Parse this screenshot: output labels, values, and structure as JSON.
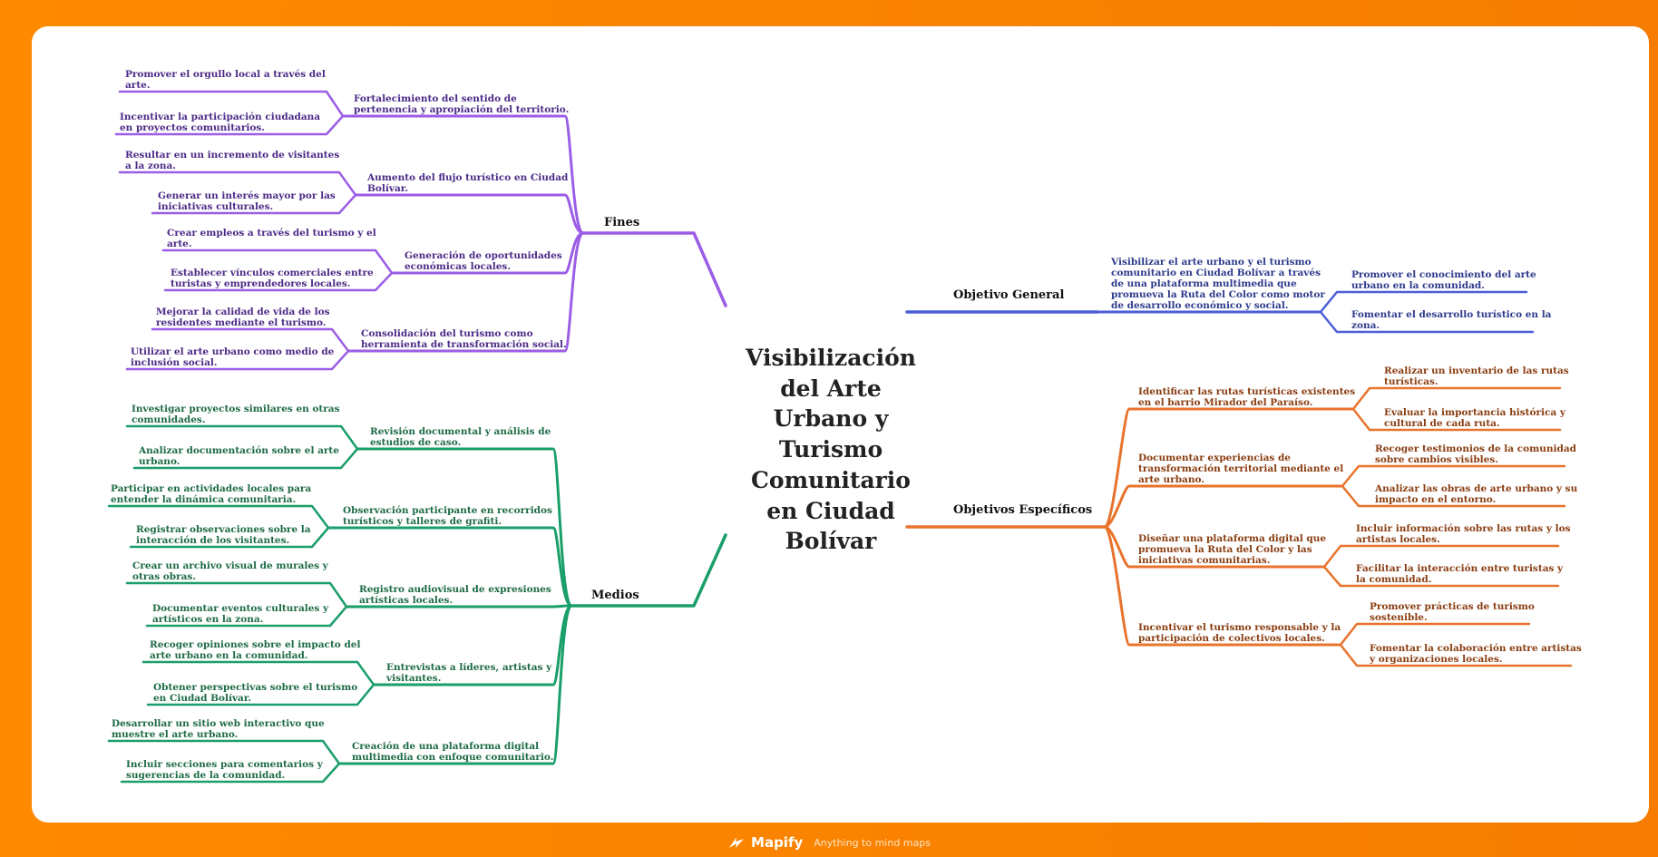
{
  "colors": {
    "fines": "#9b5de5",
    "medios": "#1a9e6a",
    "general": "#4a5fd6",
    "especificos": "#e8732c",
    "finesText": "#4b2a87",
    "mediosText": "#1d6b45",
    "generalText": "#2d3a8c",
    "especificosText": "#8a3d10"
  },
  "central": {
    "line1": "Visibilización",
    "line2": "del Arte",
    "line3": "Urbano y",
    "line4": "Turismo",
    "line5": "Comunitario",
    "line6": "en Ciudad",
    "line7": "Bolívar"
  },
  "fines": {
    "label": "Fines",
    "items": [
      {
        "text": [
          "Fortalecimiento del sentido de",
          "pertenencia y apropiación del territorio."
        ],
        "children": [
          [
            "Promover el orgullo local a través del",
            "arte."
          ],
          [
            "Incentivar la participación ciudadana",
            "en proyectos comunitarios."
          ]
        ]
      },
      {
        "text": [
          "Aumento del flujo turístico en Ciudad",
          "Bolívar."
        ],
        "children": [
          [
            "Resultar en un incremento de visitantes",
            "a la zona."
          ],
          [
            "Generar un interés mayor por las",
            "iniciativas culturales."
          ]
        ]
      },
      {
        "text": [
          "Generación de oportunidades",
          "económicas locales."
        ],
        "children": [
          [
            "Crear empleos a través del turismo y el",
            "arte."
          ],
          [
            "Establecer vínculos comerciales entre",
            "turistas y emprendedores locales."
          ]
        ]
      },
      {
        "text": [
          "Consolidación del turismo como",
          "herramienta de transformación social."
        ],
        "children": [
          [
            "Mejorar la calidad de vida de los",
            "residentes mediante el turismo."
          ],
          [
            "Utilizar el arte urbano como medio de",
            "inclusión social."
          ]
        ]
      }
    ]
  },
  "medios": {
    "label": "Medios",
    "items": [
      {
        "text": [
          "Revisión documental y análisis de",
          "estudios de caso."
        ],
        "children": [
          [
            "Investigar proyectos similares en otras",
            "comunidades."
          ],
          [
            "Analizar documentación sobre el arte",
            "urbano."
          ]
        ]
      },
      {
        "text": [
          "Observación participante en recorridos",
          "turísticos y talleres de grafiti."
        ],
        "children": [
          [
            "Participar en actividades locales para",
            "entender la dinámica comunitaria."
          ],
          [
            "Registrar observaciones sobre la",
            "interacción de los visitantes."
          ]
        ]
      },
      {
        "text": [
          "Registro audiovisual de expresiones",
          "artísticas locales."
        ],
        "children": [
          [
            "Crear un archivo visual de murales y",
            "otras obras."
          ],
          [
            "Documentar eventos culturales y",
            "artísticos en la zona."
          ]
        ]
      },
      {
        "text": [
          "Entrevistas a líderes, artistas y",
          "visitantes."
        ],
        "children": [
          [
            "Recoger opiniones sobre el impacto del",
            "arte urbano en la comunidad."
          ],
          [
            "Obtener perspectivas sobre el turismo",
            "en Ciudad Bolívar."
          ]
        ]
      },
      {
        "text": [
          "Creación de una plataforma digital",
          "multimedia con enfoque comunitario."
        ],
        "children": [
          [
            "Desarrollar un sitio web interactivo que",
            "muestre el arte urbano."
          ],
          [
            "Incluir secciones para comentarios y",
            "sugerencias de la comunidad."
          ]
        ]
      }
    ]
  },
  "general": {
    "label": "Objetivo General",
    "items": [
      {
        "text": [
          "Visibilizar el arte urbano y el turismo",
          "comunitario en Ciudad Bolívar a través",
          "de una plataforma multimedia que",
          "promueva la Ruta del Color como motor",
          "de desarrollo económico y social."
        ],
        "children": [
          [
            "Promover el conocimiento del arte",
            "urbano en la comunidad."
          ],
          [
            "Fomentar el desarrollo turístico en la",
            "zona."
          ]
        ]
      }
    ]
  },
  "especificos": {
    "label": "Objetivos Específicos",
    "items": [
      {
        "text": [
          "Identificar las rutas turísticas existentes",
          "en el barrio Mirador del Paraíso."
        ],
        "children": [
          [
            "Realizar un inventario de las rutas",
            "turísticas."
          ],
          [
            "Evaluar la importancia histórica y",
            "cultural de cada ruta."
          ]
        ]
      },
      {
        "text": [
          "Documentar experiencias de",
          "transformación territorial mediante el",
          "arte urbano."
        ],
        "children": [
          [
            "Recoger testimonios de la comunidad",
            "sobre cambios visibles."
          ],
          [
            "Analizar las obras de arte urbano y su",
            "impacto en el entorno."
          ]
        ]
      },
      {
        "text": [
          "Diseñar una plataforma digital que",
          "promueva la Ruta del Color y las",
          "iniciativas comunitarias."
        ],
        "children": [
          [
            "Incluir información sobre las rutas y los",
            "artistas locales."
          ],
          [
            "Facilitar la interacción entre turistas y",
            "la comunidad."
          ]
        ]
      },
      {
        "text": [
          "Incentivar el turismo responsable y la",
          "participación de colectivos locales."
        ],
        "children": [
          [
            "Promover prácticas de turismo",
            "sostenible."
          ],
          [
            "Fomentar la colaboración entre artistas",
            "y organizaciones locales."
          ]
        ]
      }
    ]
  },
  "footer": {
    "brand": "Mapify",
    "tagline": "Anything to mind maps"
  }
}
